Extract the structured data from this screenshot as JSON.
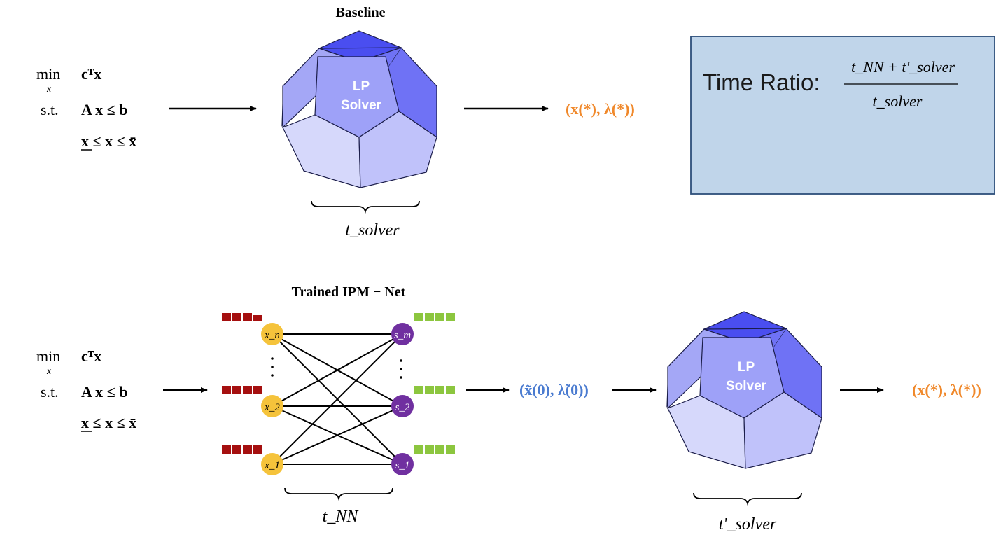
{
  "baseline": {
    "title": "Baseline",
    "problem": {
      "min_label": "min",
      "min_var": "x",
      "objective": "cᵀx",
      "st_label": "s.t.",
      "constraint_ineq": "A x ≤ b",
      "constraint_bounds": "x ≤ x ≤ x̄"
    },
    "solver_label_line1": "LP",
    "solver_label_line2": "Solver",
    "output": "(x(*), λ(*))",
    "time_label": "t_solver"
  },
  "ratio_box": {
    "label": "Time Ratio:",
    "numerator": "t_NN + t'_solver",
    "denominator": "t_solver",
    "fill": "#c0d5ea",
    "border": "#2e4f7a"
  },
  "ipm": {
    "title": "Trained IPM − Net",
    "problem": {
      "min_label": "min",
      "min_var": "x",
      "objective": "cᵀx",
      "st_label": "s.t.",
      "constraint_ineq": "A x ≤ b",
      "constraint_bounds": "x ≤ x ≤ x̄"
    },
    "left_nodes": [
      "x_n",
      "x_2",
      "x_1"
    ],
    "right_nodes": [
      "s_m",
      "s_2",
      "s_1"
    ],
    "left_node_color": "#f5c33b",
    "right_node_color": "#7030a0",
    "left_bar_color": "#a50f0f",
    "right_bar_color": "#8cc63f",
    "warm_start": "(x̃(0), λ̃(0))",
    "time_label": "t_NN",
    "solver_label_line1": "LP",
    "solver_label_line2": "Solver",
    "output": "(x(*), λ(*))",
    "solver_time_label": "t'_solver"
  },
  "colors": {
    "output_orange": "#f0882a",
    "warm_start_blue": "#4a7bd0",
    "poly_top": "#4a4ef0",
    "poly_right": "#6f72f5",
    "poly_center": "#9ea1f8",
    "poly_left": "#a4a7f6",
    "poly_bottom_left": "#d6d8fb",
    "poly_bottom_right": "#c0c2fa"
  }
}
